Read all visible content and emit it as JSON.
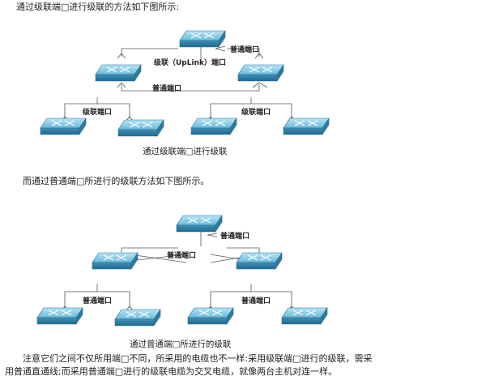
{
  "intro_uplink": "通过级联端□进行级联的方法如下图所示:",
  "diagram1": {
    "label_top_port": "普通端口",
    "label_uplink": "级联（UpLink）端口",
    "label_mid_port": "普通端口",
    "label_left_cascade": "级联端口",
    "label_right_cascade": "级联端口",
    "caption": "通过级联端□进行级联"
  },
  "intro_normal": "而通过普通端□所进行的级联方法如下图所示。",
  "diagram2": {
    "label_top_port": "普通端口",
    "label_mid_port": "普通端口",
    "label_left_port": "普通端口",
    "label_right_port": "普通端口",
    "caption": "通过普通端□所进行的级联"
  },
  "note_line1": "注意它们之间不仅所用端□不同，所采用的电缆也不一样:采用级联端□进行的级联，需采",
  "note_line2": "用普通直通线;而采用普通端□进行的级联电缆为交叉电缆，就像两台主机对连一样。"
}
